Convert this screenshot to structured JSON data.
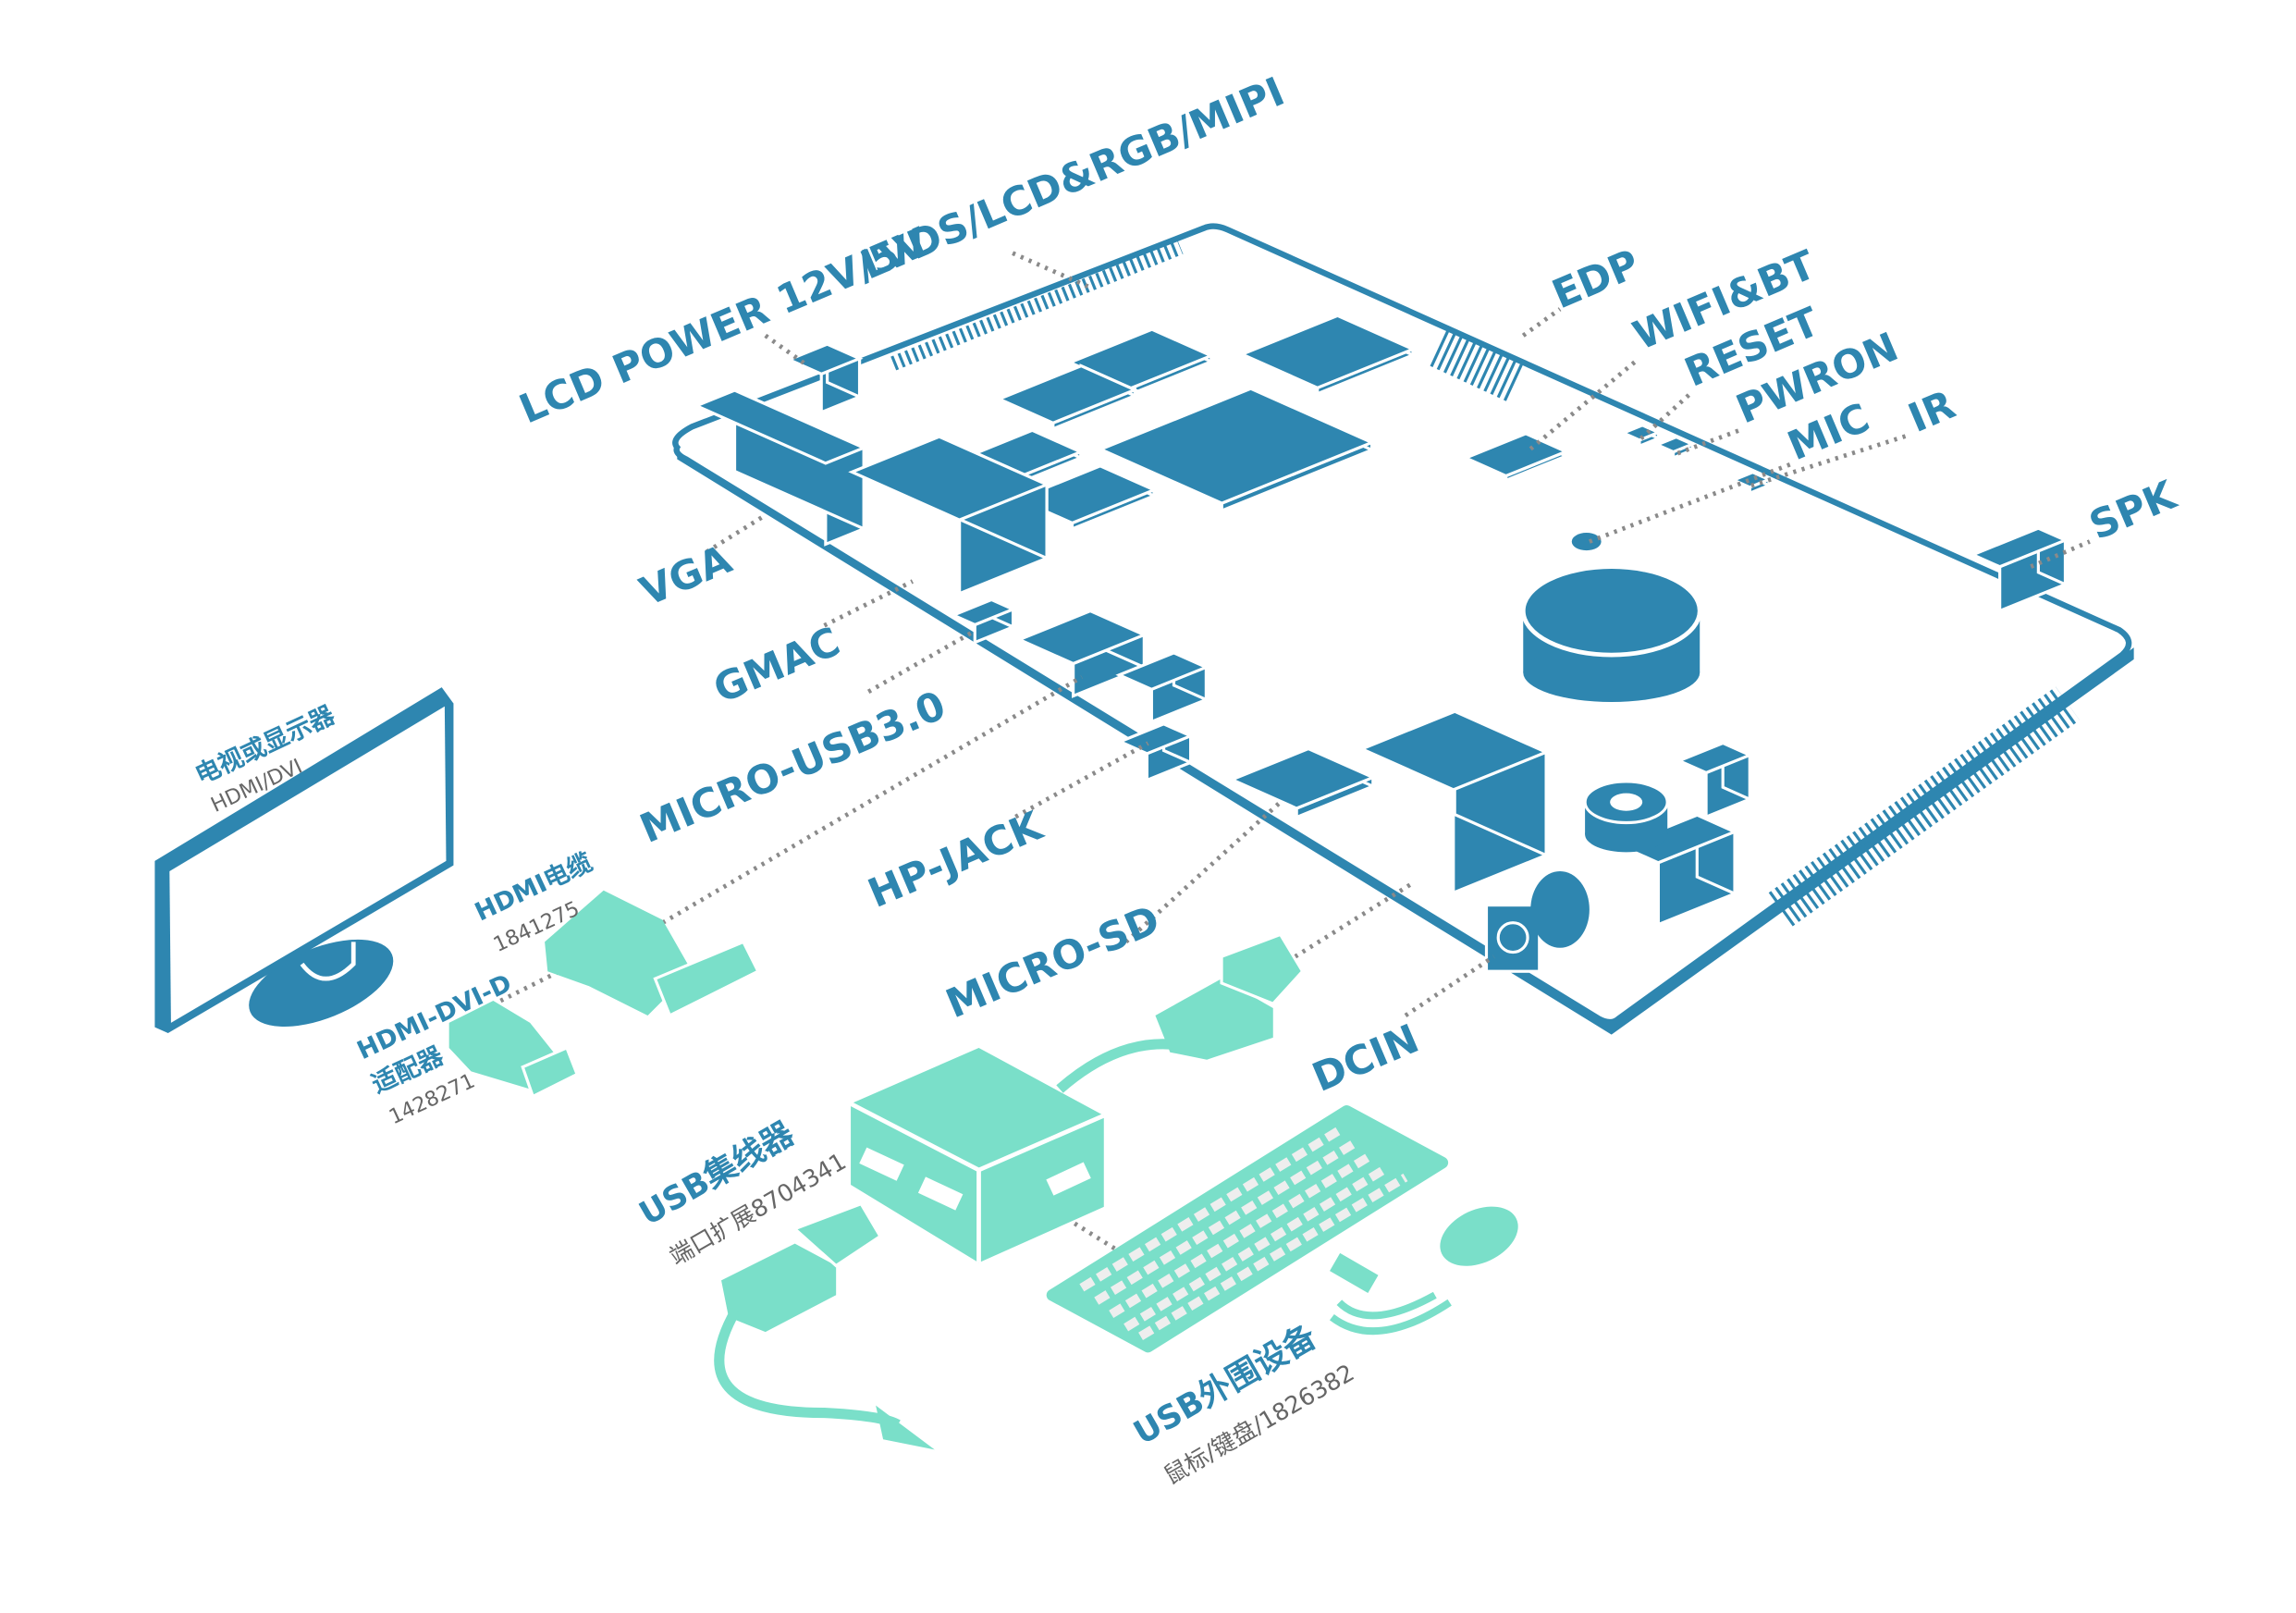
{
  "colors": {
    "board": "#2e86b0",
    "peripheral": "#7adfc9",
    "leader": "#8a8a8a"
  },
  "board_labels": {
    "lvds": "LVDS/LCD&RGB/MIPI",
    "lcd_power": "LCD POWER 12V/5V",
    "edp": "EDP",
    "wifi": "WIFI&BT",
    "reset": "RESET",
    "pwron": "PWRON",
    "mic": "MIC",
    "ir": "IR",
    "spk": "SPK",
    "vga": "VGA",
    "gmac": "GMAC",
    "micro_usb": "MICRO-USB3.0",
    "hp_jack": "HP-JACK",
    "micro_sd": "MICRO-SD",
    "dcin": "DCIN"
  },
  "peripherals": {
    "monitor": {
      "title": "电视或显示器",
      "sub": "HDMI/DVI"
    },
    "hdmi_cable": {
      "title": "HDMI电缆",
      "sub": "1841275"
    },
    "adapter": {
      "title": "HDMI-DVI-D",
      "title2": "适配器",
      "sub": "1428271"
    },
    "usb_hub": {
      "title": "USB集线器",
      "sub": "端口扩展8704341"
    },
    "usb_devices": {
      "title": "USB外围设备",
      "sub": "鼠标/键盘/1826382"
    }
  }
}
